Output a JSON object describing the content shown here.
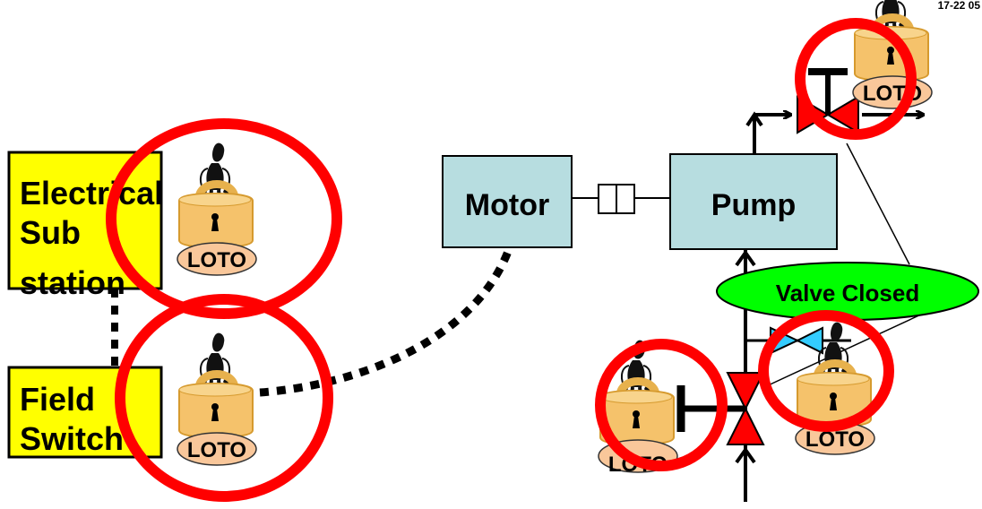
{
  "colors": {
    "box_yellow": "#ffff00",
    "box_teal": "#b7dde0",
    "circle_red": "#ff0000",
    "lock_orange": "#f5c26b",
    "tag_salmon": "#f9c79a",
    "ellipse_green": "#00ff00",
    "valve_red": "#ff0000",
    "valve_cyan": "#33ccff"
  },
  "boxes": {
    "substation": {
      "line1": "Electrical",
      "line2": "Sub",
      "line3": "station"
    },
    "field_switch": {
      "line1": "Field",
      "line2": "Switch"
    },
    "motor": "Motor",
    "pump": "Pump"
  },
  "callout": "Valve Closed",
  "lockouts": [
    {
      "tag": "LOTO"
    },
    {
      "tag": "LOTO"
    },
    {
      "tag": "LOTO"
    },
    {
      "tag": "LOTO"
    },
    {
      "tag": "LOTO"
    }
  ],
  "corner_text": "17-22 05"
}
